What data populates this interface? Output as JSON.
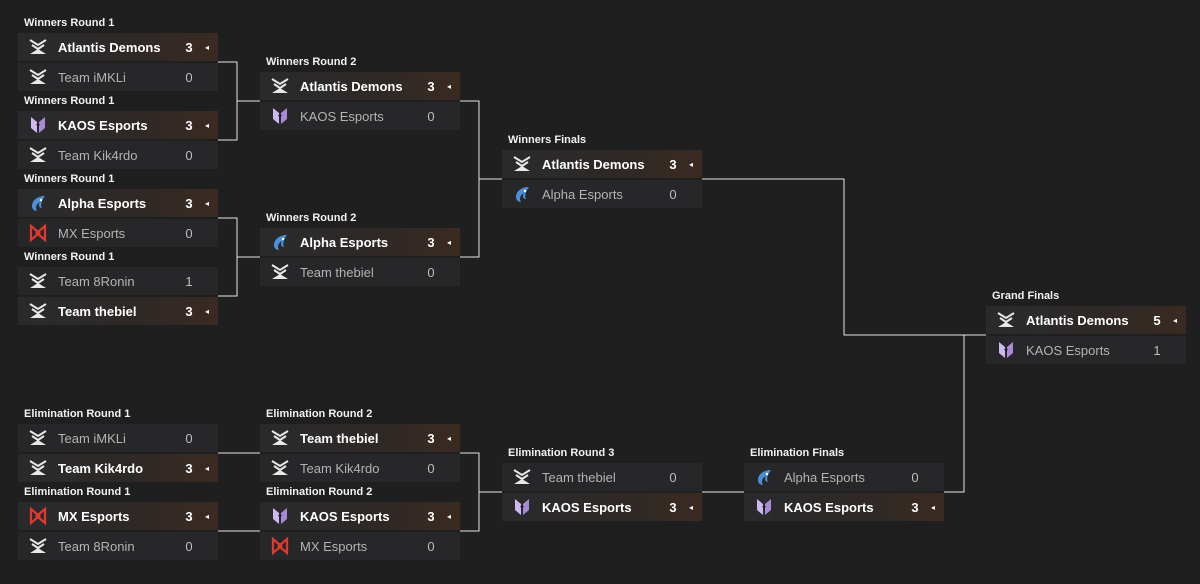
{
  "colors": {
    "background": "#1f1f20",
    "connector": "#e6e6e6",
    "row": "#27272a",
    "winner_highlight": "#3a2a22"
  },
  "win_marker": "◂",
  "matches": [
    {
      "id": "wr1a",
      "title": "Winners Round 1",
      "teams": [
        {
          "name": "Atlantis Demons",
          "score": "3",
          "logo": "atlantis-logo-icon",
          "winner": true
        },
        {
          "name": "Team iMKLi",
          "score": "0",
          "logo": "team-logo-icon",
          "winner": false
        }
      ]
    },
    {
      "id": "wr1b",
      "title": "Winners Round 1",
      "teams": [
        {
          "name": "KAOS Esports",
          "score": "3",
          "logo": "kaos-logo-icon",
          "winner": true
        },
        {
          "name": "Team Kik4rdo",
          "score": "0",
          "logo": "team-logo-icon",
          "winner": false
        }
      ]
    },
    {
      "id": "wr1c",
      "title": "Winners Round 1",
      "teams": [
        {
          "name": "Alpha Esports",
          "score": "3",
          "logo": "alpha-logo-icon",
          "winner": true
        },
        {
          "name": "MX Esports",
          "score": "0",
          "logo": "mx-logo-icon",
          "winner": false
        }
      ]
    },
    {
      "id": "wr1d",
      "title": "Winners Round 1",
      "teams": [
        {
          "name": "Team 8Ronin",
          "score": "1",
          "logo": "team-logo-icon",
          "winner": false
        },
        {
          "name": "Team thebiel",
          "score": "3",
          "logo": "team-logo-icon",
          "winner": true
        }
      ]
    },
    {
      "id": "wr2a",
      "title": "Winners Round 2",
      "teams": [
        {
          "name": "Atlantis Demons",
          "score": "3",
          "logo": "atlantis-logo-icon",
          "winner": true
        },
        {
          "name": "KAOS Esports",
          "score": "0",
          "logo": "kaos-logo-icon",
          "winner": false
        }
      ]
    },
    {
      "id": "wr2b",
      "title": "Winners Round 2",
      "teams": [
        {
          "name": "Alpha Esports",
          "score": "3",
          "logo": "alpha-logo-icon",
          "winner": true
        },
        {
          "name": "Team thebiel",
          "score": "0",
          "logo": "team-logo-icon",
          "winner": false
        }
      ]
    },
    {
      "id": "wf",
      "title": "Winners Finals",
      "teams": [
        {
          "name": "Atlantis Demons",
          "score": "3",
          "logo": "atlantis-logo-icon",
          "winner": true
        },
        {
          "name": "Alpha Esports",
          "score": "0",
          "logo": "alpha-logo-icon",
          "winner": false
        }
      ]
    },
    {
      "id": "gf",
      "title": "Grand Finals",
      "teams": [
        {
          "name": "Atlantis Demons",
          "score": "5",
          "logo": "atlantis-logo-icon",
          "winner": true
        },
        {
          "name": "KAOS Esports",
          "score": "1",
          "logo": "kaos-logo-icon",
          "winner": false
        }
      ]
    },
    {
      "id": "er1a",
      "title": "Elimination Round 1",
      "teams": [
        {
          "name": "Team iMKLi",
          "score": "0",
          "logo": "team-logo-icon",
          "winner": false
        },
        {
          "name": "Team Kik4rdo",
          "score": "3",
          "logo": "team-logo-icon",
          "winner": true
        }
      ]
    },
    {
      "id": "er1b",
      "title": "Elimination Round 1",
      "teams": [
        {
          "name": "MX Esports",
          "score": "3",
          "logo": "mx-logo-icon",
          "winner": true
        },
        {
          "name": "Team 8Ronin",
          "score": "0",
          "logo": "team-logo-icon",
          "winner": false
        }
      ]
    },
    {
      "id": "er2a",
      "title": "Elimination Round 2",
      "teams": [
        {
          "name": "Team thebiel",
          "score": "3",
          "logo": "team-logo-icon",
          "winner": true
        },
        {
          "name": "Team Kik4rdo",
          "score": "0",
          "logo": "team-logo-icon",
          "winner": false
        }
      ]
    },
    {
      "id": "er2b",
      "title": "Elimination Round 2",
      "teams": [
        {
          "name": "KAOS Esports",
          "score": "3",
          "logo": "kaos-logo-icon",
          "winner": true
        },
        {
          "name": "MX Esports",
          "score": "0",
          "logo": "mx-logo-icon",
          "winner": false
        }
      ]
    },
    {
      "id": "er3",
      "title": "Elimination Round 3",
      "teams": [
        {
          "name": "Team thebiel",
          "score": "0",
          "logo": "team-logo-icon",
          "winner": false
        },
        {
          "name": "KAOS Esports",
          "score": "3",
          "logo": "kaos-logo-icon",
          "winner": true
        }
      ]
    },
    {
      "id": "ef",
      "title": "Elimination Finals",
      "teams": [
        {
          "name": "Alpha Esports",
          "score": "0",
          "logo": "alpha-logo-icon",
          "winner": false
        },
        {
          "name": "KAOS Esports",
          "score": "3",
          "logo": "kaos-logo-icon",
          "winner": true
        }
      ]
    }
  ]
}
